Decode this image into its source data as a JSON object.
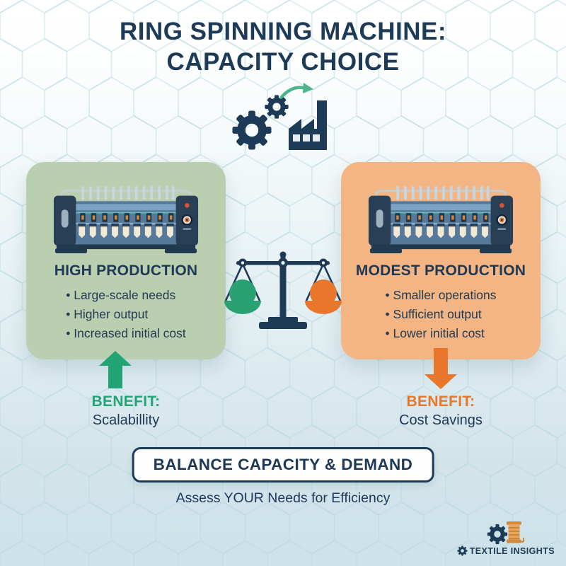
{
  "title": {
    "line1": "RING SPINNING MACHINE:",
    "line2": "CAPACITY CHOICE"
  },
  "colors": {
    "navy": "#1d3a57",
    "green_card": "#b9cfb0",
    "orange_card": "#f2b583",
    "green_accent": "#23a474",
    "orange_accent": "#e8772c"
  },
  "icons": {
    "top": "gears-and-factory",
    "center": "balance-scale",
    "left_arrow": "up-arrow",
    "right_arrow": "down-arrow"
  },
  "cards": [
    {
      "heading": "HIGH PRODUCTION",
      "bullets": [
        "Large-scale needs",
        "Higher output",
        "Increased initial cost"
      ],
      "benefit_label": "BENEFIT:",
      "benefit_value": "Scalabillity"
    },
    {
      "heading": "MODEST PRODUCTION",
      "bullets": [
        "Smaller operations",
        "Sufficient output",
        "Lower initial cost"
      ],
      "benefit_label": "BENEFIT:",
      "benefit_value": "Cost Savings"
    }
  ],
  "footer": {
    "box_label": "BALANCE CAPACITY & DEMAND",
    "subtitle": "Assess YOUR Needs for Efficiency"
  },
  "brand": {
    "name": "TEXTILE INSIGHTS"
  }
}
